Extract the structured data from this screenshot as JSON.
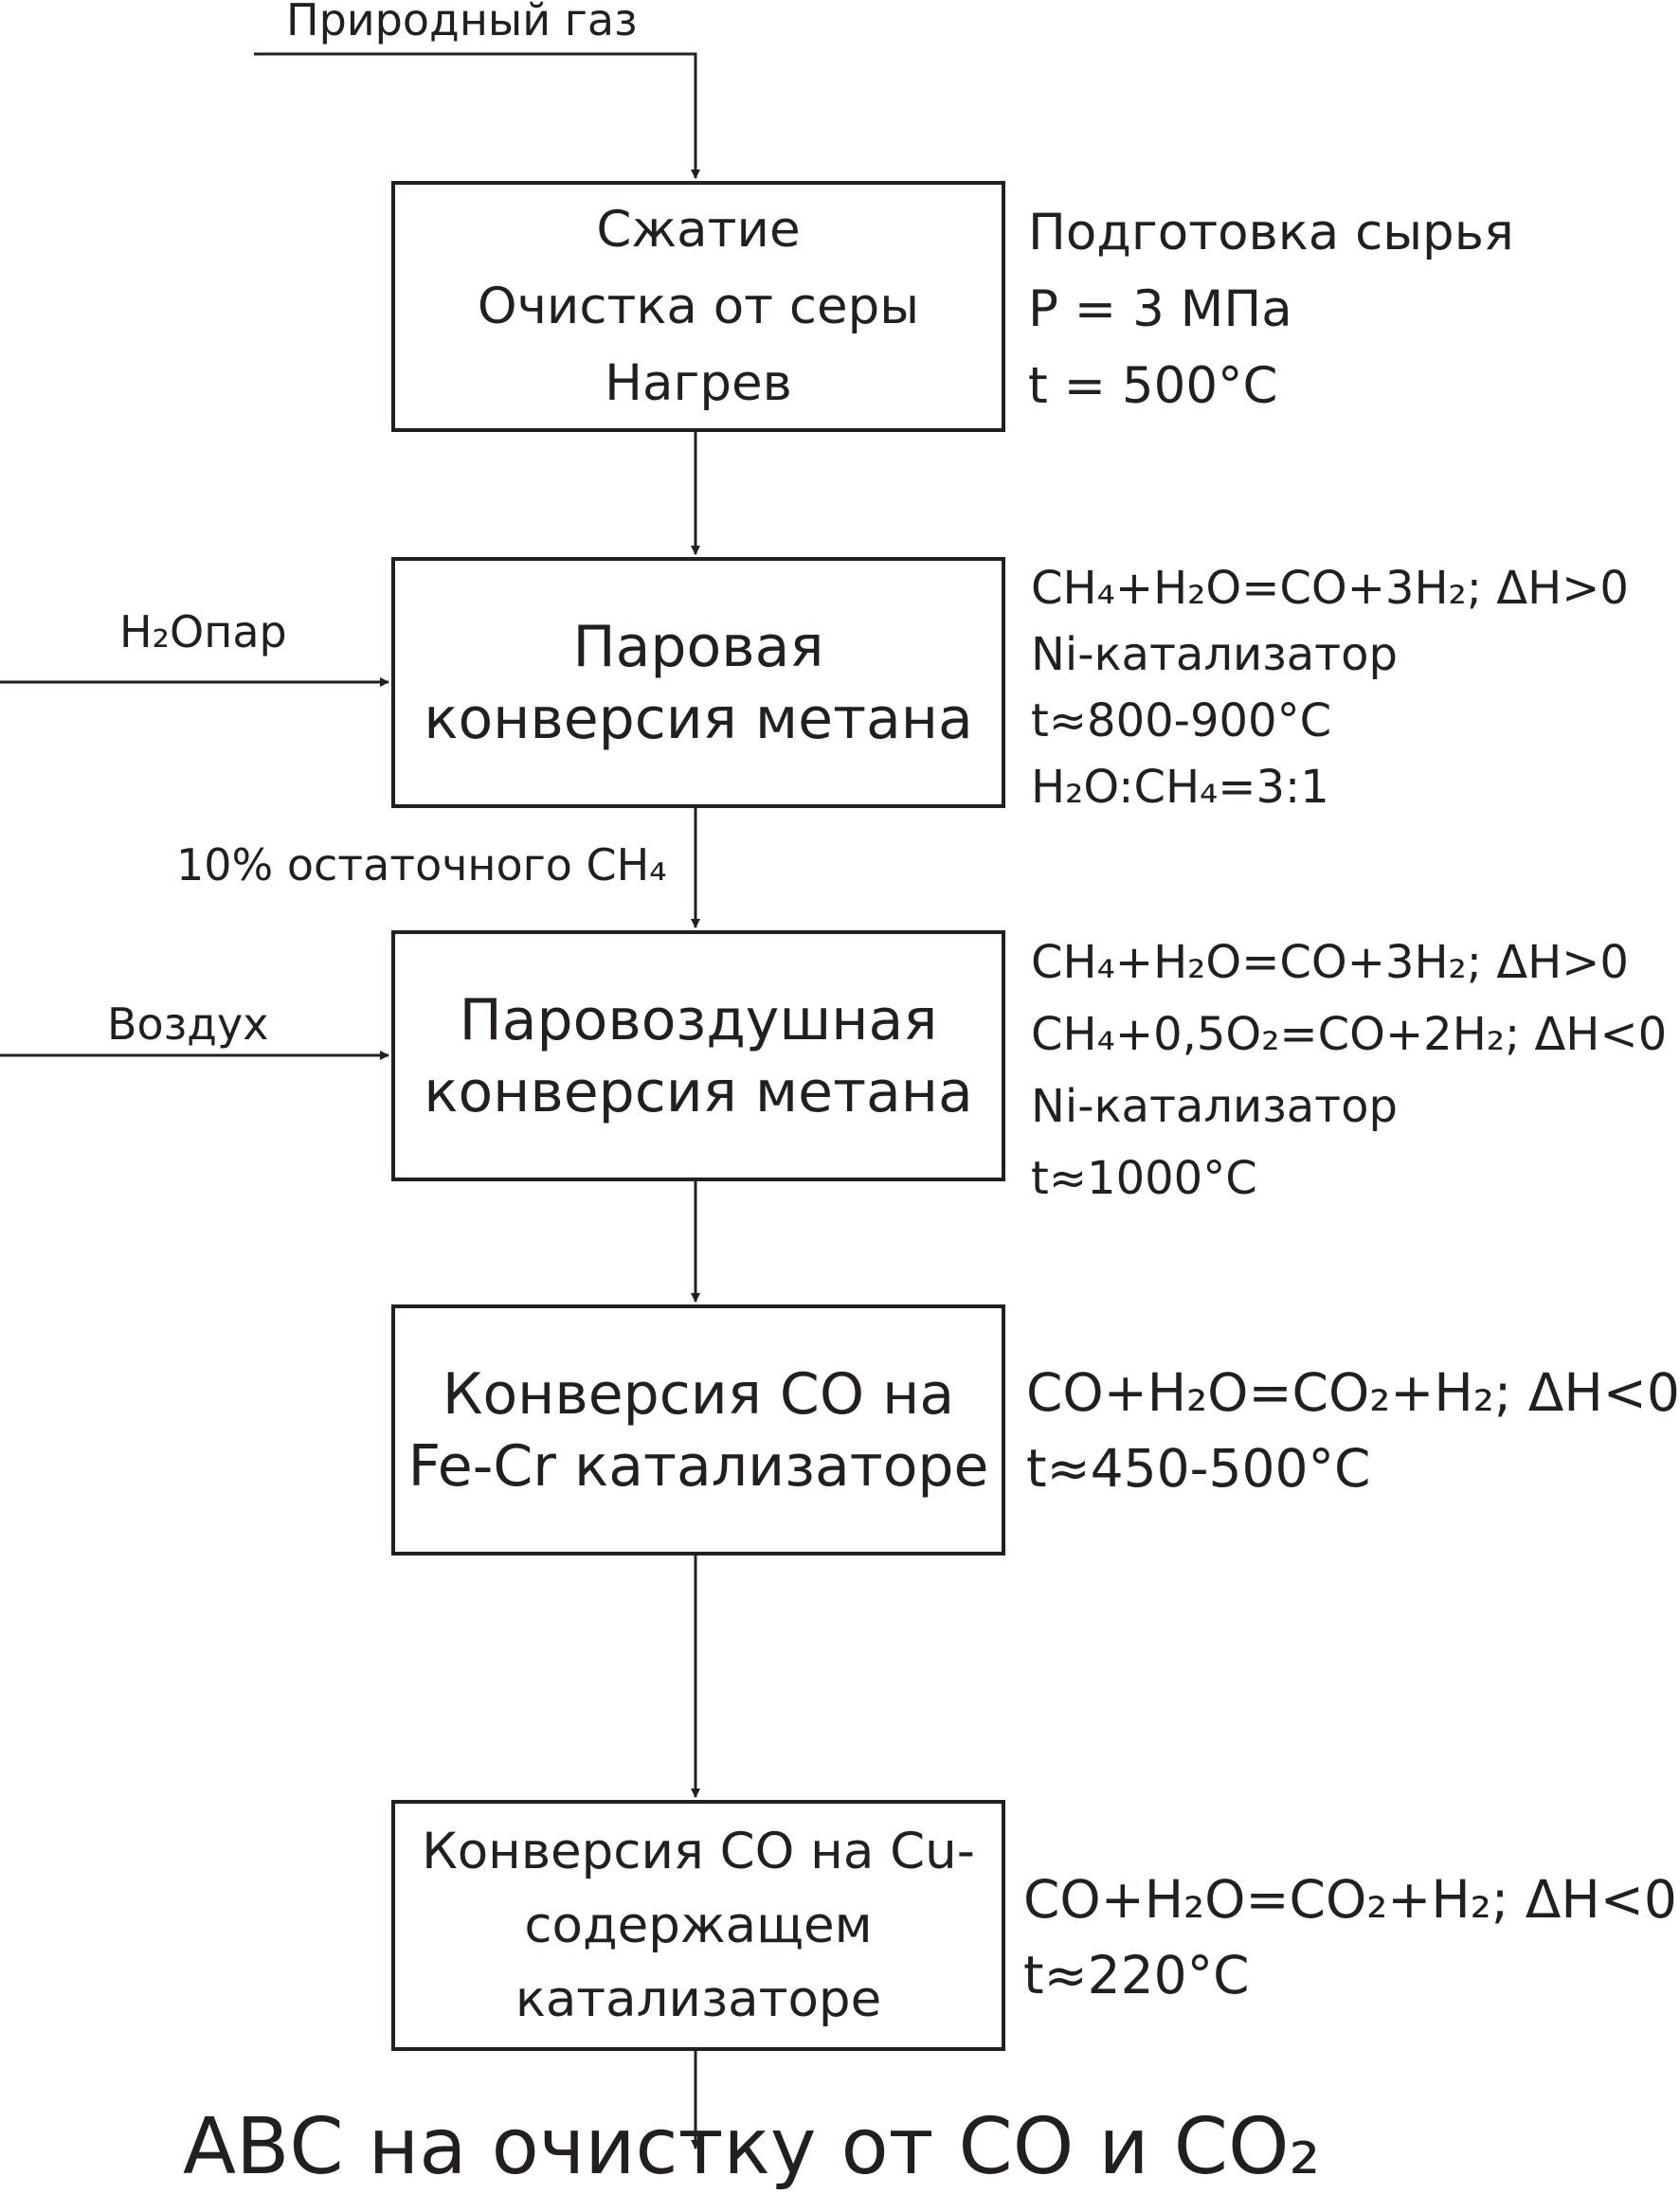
{
  "inputs": {
    "natural_gas": "Природный газ",
    "steam": "H₂Oпар",
    "air": "Воздух",
    "residual": "10% остаточного CH₄",
    "output": "АВС на очистку от СО и СО₂"
  },
  "stages": [
    {
      "lines": [
        "Сжатие",
        "Очистка от серы",
        "Нагрев"
      ],
      "notes": [
        "Подготовка сырья",
        "P = 3 МПа",
        "t = 500°C"
      ]
    },
    {
      "lines": [
        "Паровая",
        "конверсия метана"
      ],
      "notes": [
        "CH₄+H₂O=CO+3H₂; ΔH>0",
        "Ni-катализатор",
        "t≈800-900°C",
        "H₂O:CH₄=3:1"
      ]
    },
    {
      "lines": [
        "Паровоздушная",
        "конверсия метана"
      ],
      "notes": [
        "CH₄+H₂O=CO+3H₂; ΔH>0",
        "CH₄+0,5O₂=CO+2H₂; ΔH<0",
        "Ni-катализатор",
        "t≈1000°C"
      ]
    },
    {
      "lines": [
        "Конверсия СО на",
        "Fe-Cr катализаторе"
      ],
      "notes": [
        "CO+H₂O=CO₂+H₂; ΔH<0",
        "t≈450-500°C"
      ]
    },
    {
      "lines": [
        "Конверсия СО на Cu-",
        "содержащем",
        "катализаторе"
      ],
      "notes": [
        "CO+H₂O=CO₂+H₂; ΔH<0",
        "t≈220°C"
      ]
    }
  ]
}
